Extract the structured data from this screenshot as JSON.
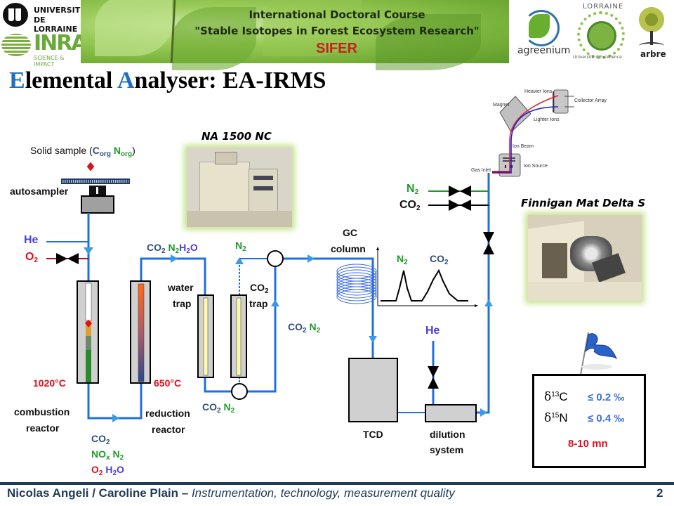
{
  "header": {
    "logos": {
      "univ_lorraine": "UNIVERSITÉ DE LORRAINE",
      "univ_lorraine_line1": "UNIVERSITÉ",
      "univ_lorraine_line2": "DE LORRAINE",
      "inra": "INRA",
      "inra_tagline": "SCIENCE & IMPACT",
      "agreenium": "agreenium",
      "lorraine_excellence_top": "LORRAINE",
      "lorraine_excellence_bottom": "Université d'Excellence",
      "arbre": "arbre"
    },
    "course_line1": "International Doctoral Course",
    "course_line2": "\"Stable Isotopes in Forest Ecosystem Research\"",
    "course_acronym": "SIFER"
  },
  "title": {
    "cap1": "E",
    "rest1": "lemental ",
    "cap2": "A",
    "rest2": "nalyser: EA-IRMS"
  },
  "diagram": {
    "sample_label": "Solid sample (",
    "sample_c": "C",
    "sample_c_sub": "org",
    "sample_n": "N",
    "sample_n_sub": "org",
    "sample_close": ")",
    "autosampler": "autosampler",
    "he": "He",
    "o2": "O",
    "two": "2",
    "x": "x",
    "co2": "CO",
    "n2": "N",
    "h2o_h": "H",
    "h2o_o": "O",
    "nox": "NO",
    "combustion_temp": "1020°C",
    "reduction_temp": "650°C",
    "combustion_line1": "combustion",
    "combustion_line2": "reactor",
    "reduction_line1": "reduction",
    "reduction_line2": "reactor",
    "water_line1": "water",
    "water_line2": "trap",
    "co2trap_line2": "trap",
    "gc_line1": "GC",
    "gc_line2": "column",
    "tcd": "TCD",
    "dilution_line1": "dilution",
    "dilution_line2": "system",
    "ea_model": "NA 1500 NC",
    "irms_model": "Finnigan Mat Delta S",
    "ms": {
      "heavier_ions": "Heavier Ions",
      "collector_array": "Collector Array",
      "magnet": "Magnet",
      "lighter_ions": "Lighter Ions",
      "ion_beam": "Ion Beam",
      "ion_source": "Ion Source",
      "gas_inlet": "Gas Inlet"
    },
    "chromatogram_peaks": [
      "N2",
      "CO2"
    ]
  },
  "precision": {
    "delta": "δ",
    "c13_mass": "13",
    "c13_el": "C",
    "c13_value": "≤ 0.2 ‰",
    "n15_mass": "15",
    "n15_el": "N",
    "n15_value": "≤ 0.4 ‰",
    "time": "8-10 mn"
  },
  "footer": {
    "authors": "Nicolas Angeli / Caroline Plain",
    "separator": " – ",
    "topic": "Instrumentation, technology, measurement quality",
    "page": "2"
  },
  "colors": {
    "flow_line": "#1f6fe0",
    "title_accent": "#1f6fc0",
    "co2": "#2f4f7a",
    "n2": "#1f9a2a",
    "red": "#e0101e",
    "he": "#4a3ee0",
    "footer": "#1f3a5a"
  }
}
